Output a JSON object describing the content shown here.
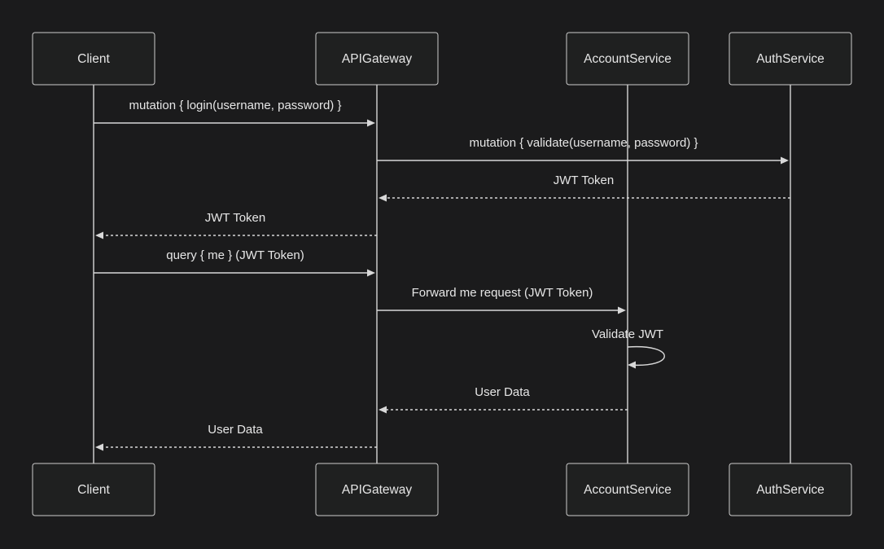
{
  "actors": [
    {
      "id": "client",
      "label": "Client"
    },
    {
      "id": "gateway",
      "label": "APIGateway"
    },
    {
      "id": "account",
      "label": "AccountService"
    },
    {
      "id": "auth",
      "label": "AuthService"
    }
  ],
  "messages": [
    {
      "from": "client",
      "to": "gateway",
      "label": "mutation { login(username, password) }",
      "style": "solid"
    },
    {
      "from": "gateway",
      "to": "auth",
      "label": "mutation { validate(username, password) }",
      "style": "solid"
    },
    {
      "from": "auth",
      "to": "gateway",
      "label": "JWT Token",
      "style": "dashed"
    },
    {
      "from": "gateway",
      "to": "client",
      "label": "JWT Token",
      "style": "dashed"
    },
    {
      "from": "client",
      "to": "gateway",
      "label": "query { me } (JWT Token)",
      "style": "solid"
    },
    {
      "from": "gateway",
      "to": "account",
      "label": "Forward me request (JWT Token)",
      "style": "solid"
    },
    {
      "from": "account",
      "to": "account",
      "label": "Validate JWT",
      "style": "self"
    },
    {
      "from": "account",
      "to": "gateway",
      "label": "User Data",
      "style": "dashed"
    },
    {
      "from": "gateway",
      "to": "client",
      "label": "User Data",
      "style": "dashed"
    }
  ],
  "colors": {
    "background": "#1b1b1c",
    "box_fill": "#1f2020",
    "box_stroke": "#cccccc",
    "line": "#d8d8d8",
    "text": "#e6e6e6"
  }
}
